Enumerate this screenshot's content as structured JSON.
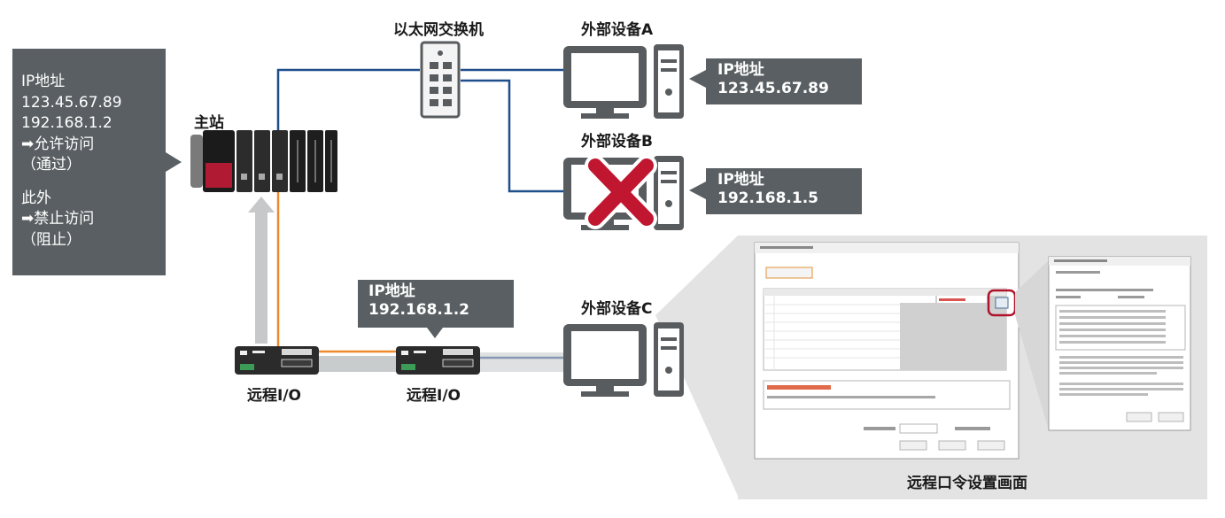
{
  "labels": {
    "switch": "以太网交换机",
    "master": "主站",
    "device_a": "外部设备A",
    "device_b": "外部设备B",
    "device_c": "外部设备C",
    "remote_io_1": "远程I/O",
    "remote_io_2": "远程I/O",
    "screen_caption": "远程口令设置画面"
  },
  "master_callout": {
    "ip_title": "IP地址",
    "ip_1": "123.45.67.89",
    "ip_2": "192.168.1.2",
    "allow": "➡允许访问",
    "allow_note": "（通过）",
    "other": "此外",
    "block": "➡禁止访问",
    "block_note": "（阻止）"
  },
  "device_a_callout": {
    "title": "IP地址",
    "ip": "123.45.67.89"
  },
  "device_b_callout": {
    "title": "IP地址",
    "ip": "192.168.1.5"
  },
  "remote_callout": {
    "title": "IP地址",
    "ip": "192.168.1.2"
  },
  "colors": {
    "callout_bg": "#595f62",
    "ethernet_line": "#1f4e8c",
    "io_line": "#ee8a2e",
    "reject_mark": "#c0162f",
    "highlight": "#b0122a"
  }
}
